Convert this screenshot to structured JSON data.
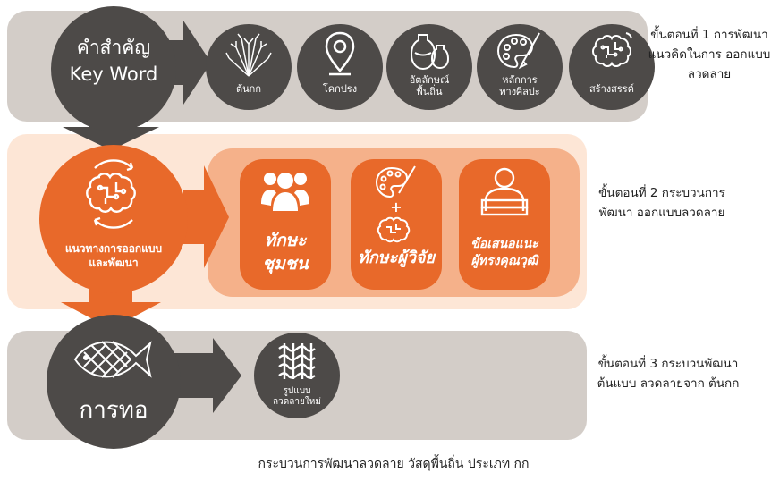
{
  "stage1": {
    "main_title": "คำสำคัญ",
    "main_subtitle": "Key Word",
    "items": [
      {
        "label": "ต้นกก",
        "icon": "reed-plant-icon"
      },
      {
        "label": "โคกปรง",
        "icon": "location-pin-icon"
      },
      {
        "label": "อัตลักษณ์ พื้นถิ่น",
        "icon": "pottery-vases-icon"
      },
      {
        "label": "หลักการ ทางศิลปะ",
        "icon": "art-palette-icon"
      },
      {
        "label": "สร้างสรรค์",
        "icon": "creative-brain-icon"
      }
    ],
    "step_label": "ขั้นตอนที่ 1 การพัฒนา แนวคิดในการ ออกแบบลวดลาย"
  },
  "stage2": {
    "main_label": "แนวทางการออกแบบ และพัฒนา",
    "main_icon": "brain-cycle-icon",
    "plus": "+",
    "cards": [
      {
        "label": "ทักษะ ชุมชน",
        "icon": "community-people-icon"
      },
      {
        "label": "ทักษะผู้วิจัย",
        "icon": "palette-brain-icon"
      },
      {
        "label": "ข้อเสนอแนะ ผู้ทรงคุณวุฒิ",
        "icon": "expert-reading-icon"
      }
    ],
    "step_label": "ขั้นตอนที่ 2 กระบวนการพัฒนา ออกแบบลวดลาย"
  },
  "stage3": {
    "main_label": "การทอ",
    "main_icon": "woven-fish-icon",
    "result_label": "รูปแบบ ลวดลายใหม่",
    "result_icon": "weave-pattern-icon",
    "step_label": "ขั้นตอนที่ 3 กระบวนพัฒนาต้นแบบ ลวดลายจาก ต้นกก"
  },
  "caption": "กระบวนการพัฒนาลวดลาย วัสดุพื้นถิ่น ประเภท กก",
  "colors": {
    "gray_band": "#d3cdc8",
    "dark_circle": "#4d4a48",
    "orange": "#e8692a",
    "peach_band": "#fde6d6",
    "peach_inner": "#f5b18a"
  }
}
